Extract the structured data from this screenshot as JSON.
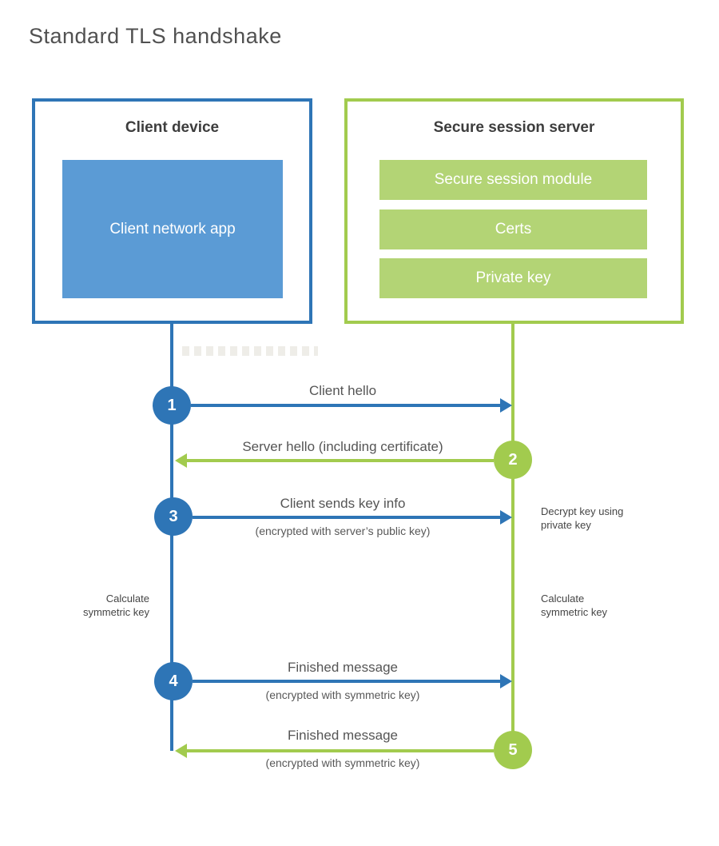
{
  "title": "Standard TLS handshake",
  "colors": {
    "blue_accent": "#2e75b6",
    "blue_fill": "#5b9bd5",
    "green_accent": "#a2cb4e",
    "green_fill": "#b3d475",
    "heading_text": "#3d3d3d",
    "label_text": "#555555",
    "title_text": "#515151"
  },
  "client": {
    "title": "Client device",
    "app": "Client network app"
  },
  "server": {
    "title": "Secure session server",
    "modules": [
      "Secure session module",
      "Certs",
      "Private key"
    ]
  },
  "messages": [
    {
      "num": "1",
      "direction": "client-to-server",
      "label": "Client hello",
      "sub": ""
    },
    {
      "num": "2",
      "direction": "server-to-client",
      "label": "Server hello (including certificate)",
      "sub": ""
    },
    {
      "num": "3",
      "direction": "client-to-server",
      "label": "Client sends key info",
      "sub": "(encrypted with server’s public key)"
    },
    {
      "num": "4",
      "direction": "client-to-server",
      "label": "Finished message",
      "sub": "(encrypted with symmetric key)"
    },
    {
      "num": "5",
      "direction": "server-to-client",
      "label": "Finished message",
      "sub": "(encrypted with symmetric key)"
    }
  ],
  "annotations": {
    "decrypt": "Decrypt key using\nprivate key",
    "calc_left": "Calculate\nsymmetric key",
    "calc_right": "Calculate\nsymmetric key"
  }
}
